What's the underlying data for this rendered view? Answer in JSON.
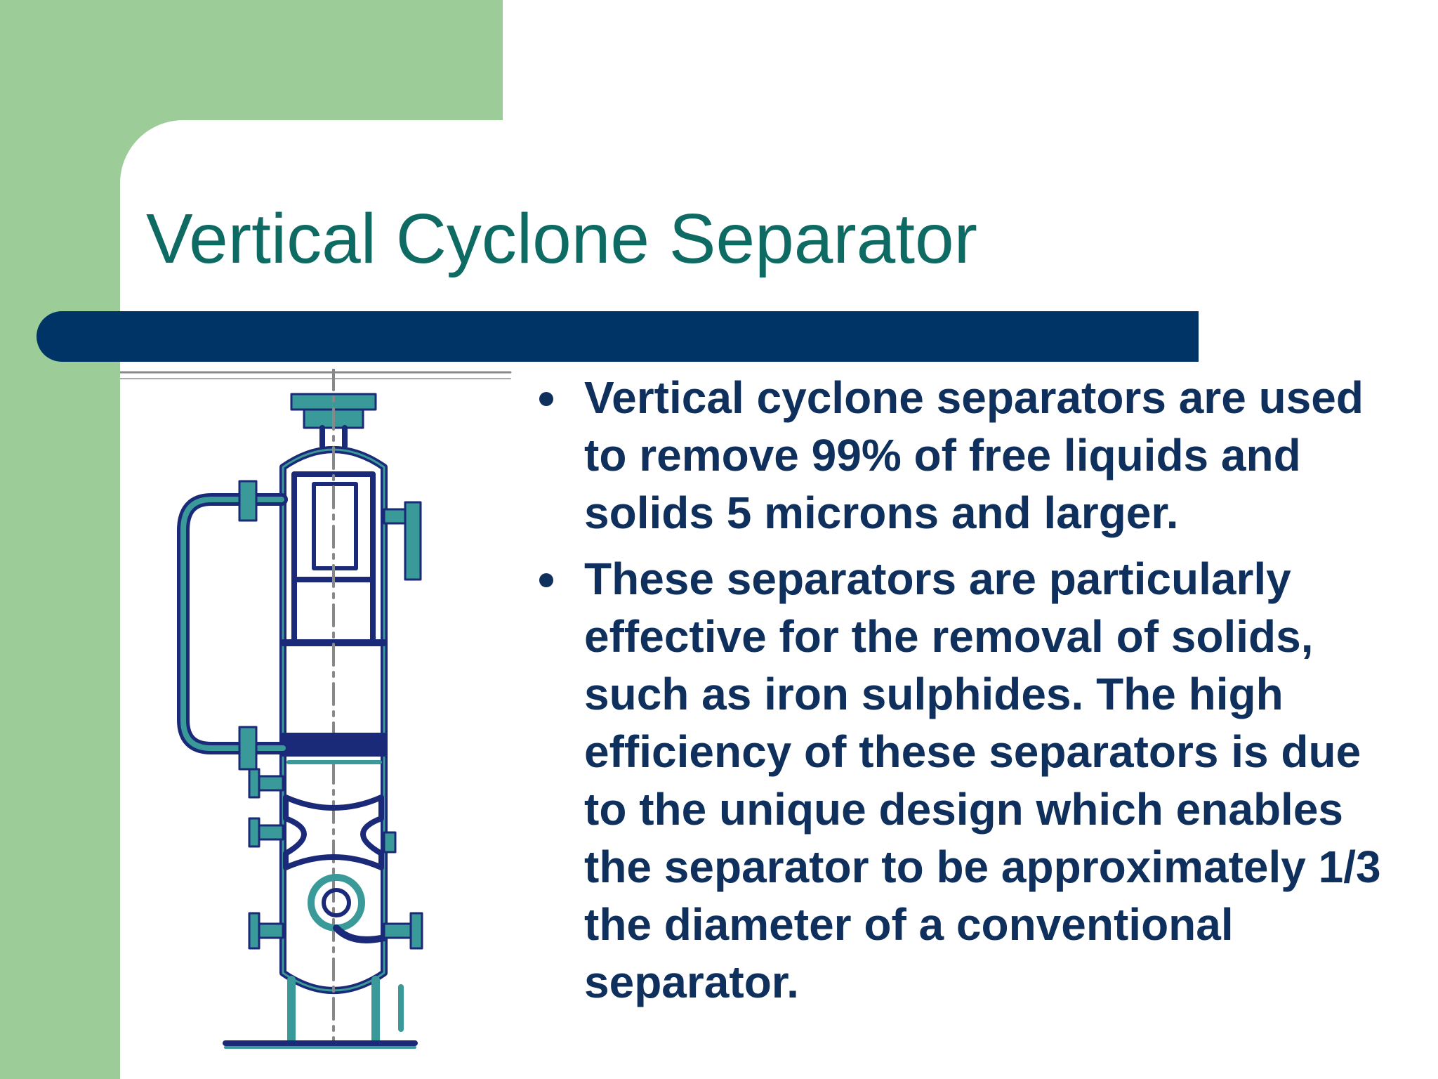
{
  "slide": {
    "title": "Vertical Cyclone Separator",
    "bullets": [
      "Vertical cyclone separators are used to remove 99% of free liquids and solids 5 microns and larger.",
      "These separators are particularly effective for the removal of solids, such as iron sulphides. The high efficiency of these separators is due to the unique design which enables the separator to be approximately 1/3 the diameter of a conventional separator."
    ]
  },
  "colors": {
    "accent_green": "#9ccd98",
    "title_teal": "#0e6b63",
    "bar_navy": "#003366",
    "body_text": "#0f2f5c",
    "drawing_navy": "#1a2a78",
    "drawing_teal": "#3a9a9a"
  },
  "figure": {
    "icon": "vertical-cyclone-separator-drawing"
  }
}
